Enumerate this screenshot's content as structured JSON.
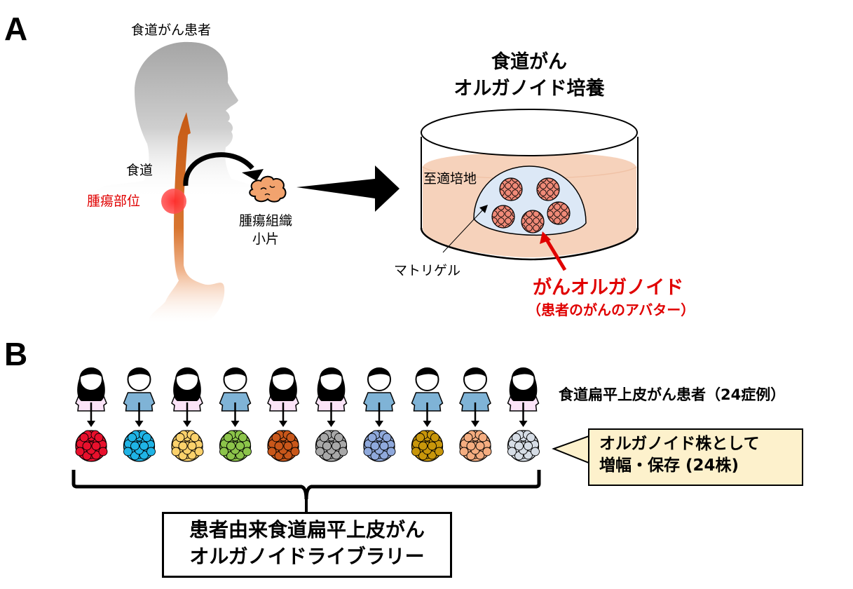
{
  "panel_a": {
    "label": "A",
    "patient_title": "食道がん患者",
    "esophagus_label": "食道",
    "tumor_site_label": "腫瘍部位",
    "tissue_label_line1": "腫瘍組織",
    "tissue_label_line2": "小片",
    "culture_title_line1": "食道がん",
    "culture_title_line2": "オルガノイド培養",
    "medium_label": "至適培地",
    "matrigel_label": "マトリゲル",
    "organoid_label": "がんオルガノイド",
    "organoid_sublabel": "（患者のがんのアバター）",
    "colors": {
      "head": "#a9a9a9",
      "esophagus": "#c65a14",
      "tumor": "#ff3b3b",
      "tissue": "#f2a36e",
      "medium": "#f6d2bb",
      "matrigel": "#dce8f6",
      "organoid": "#f08a78",
      "highlight_red": "#e00000"
    }
  },
  "panel_b": {
    "label": "B",
    "patients_caption": "食道扁平上皮がん患者（24症例）",
    "patients": [
      {
        "sex": "female",
        "shirt": "#fbe3f7",
        "organoid_color": "#e8102c"
      },
      {
        "sex": "male",
        "shirt": "#7fb3d6",
        "organoid_color": "#1fb4e6"
      },
      {
        "sex": "female",
        "shirt": "#fbe3f7",
        "organoid_color": "#fbd16b"
      },
      {
        "sex": "male",
        "shirt": "#7fb3d6",
        "organoid_color": "#8cc44a"
      },
      {
        "sex": "female",
        "shirt": "#fbe3f7",
        "organoid_color": "#c9571a"
      },
      {
        "sex": "female",
        "shirt": "#fbe3f7",
        "organoid_color": "#a8a8a8"
      },
      {
        "sex": "male",
        "shirt": "#7fb3d6",
        "organoid_color": "#8fa9dc"
      },
      {
        "sex": "male",
        "shirt": "#7fb3d6",
        "organoid_color": "#c8960a"
      },
      {
        "sex": "male",
        "shirt": "#7fb3d6",
        "organoid_color": "#f5ad80"
      },
      {
        "sex": "female",
        "shirt": "#fbe3f7",
        "organoid_color": "#d6dde6"
      }
    ],
    "callout_line1": "オルガノイド株として",
    "callout_line2": "増幅・保存 (24株)",
    "callout_bg": "#fdf1cc",
    "library_line1": "患者由来食道扁平上皮がん",
    "library_line2": "オルガノイドライブラリー"
  }
}
